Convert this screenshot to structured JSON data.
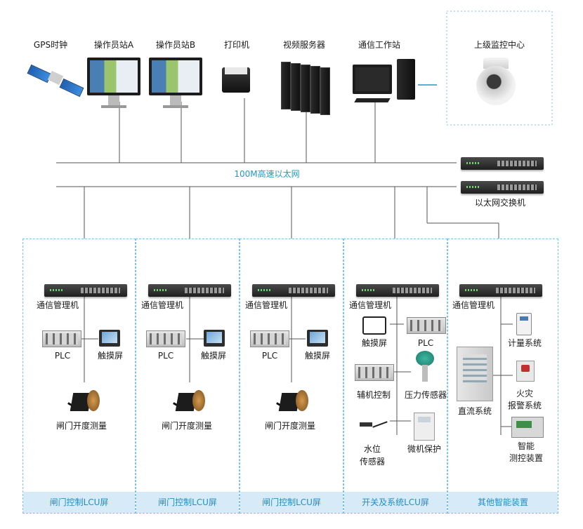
{
  "top_devices": {
    "gps": "GPS时钟",
    "op_a": "操作员站A",
    "op_b": "操作员站B",
    "printer": "打印机",
    "video": "视频服务器",
    "comm": "通信工作站",
    "upper": "上级监控中心"
  },
  "network": {
    "backbone": "100M高速以太网",
    "switch": "以太网交换机"
  },
  "panels": [
    {
      "title": "闸门控制LCU屏",
      "comm_mgr": "通信管理机",
      "plc": "PLC",
      "touch": "触摸屏",
      "gate": "闸门开度测量"
    },
    {
      "title": "闸门控制LCU屏",
      "comm_mgr": "通信管理机",
      "plc": "PLC",
      "touch": "触摸屏",
      "gate": "闸门开度测量"
    },
    {
      "title": "闸门控制LCU屏",
      "comm_mgr": "通信管理机",
      "plc": "PLC",
      "touch": "触摸屏",
      "gate": "闸门开度测量"
    },
    {
      "title": "开关及系统LCU屏",
      "comm_mgr": "通信管理机",
      "touch": "触摸屏",
      "plc": "PLC",
      "aux": "辅机控制",
      "pressure": "压力传感器",
      "water_l1": "水位",
      "water_l2": "传感器",
      "relay": "微机保护"
    },
    {
      "title": "其他智能装置",
      "comm_mgr": "通信管理机",
      "meter": "计量系统",
      "fire_l1": "火灾",
      "fire_l2": "报警系统",
      "dc": "直流系统",
      "smart_l1": "智能",
      "smart_l2": "测控装置"
    }
  ],
  "colors": {
    "accent": "#1f9ac9",
    "panel_border": "#7cc3e6",
    "panel_footer": "#d6eaf7",
    "line": "#555555"
  }
}
